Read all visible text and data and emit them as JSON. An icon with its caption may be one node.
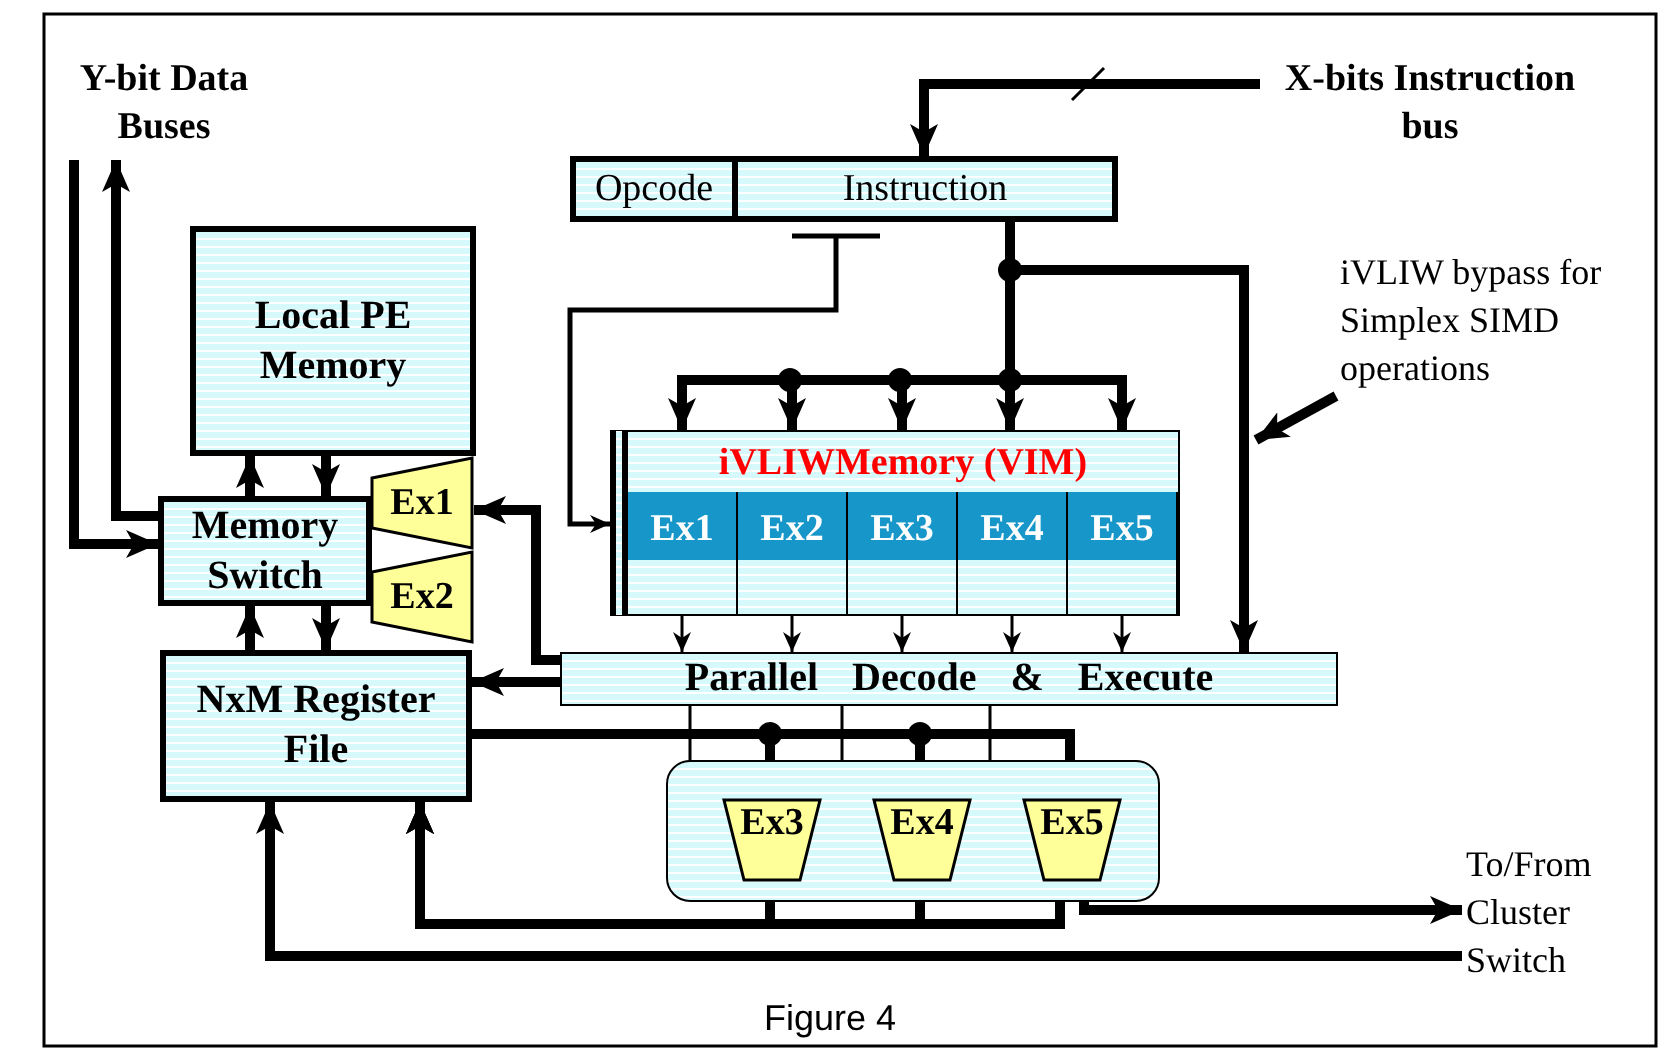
{
  "diagram": {
    "caption": "Figure 4",
    "nodes": [
      {
        "text": [
          "Y-bit Data Buses"
        ]
      },
      {
        "text": [
          "X-bits Instruction bus"
        ]
      },
      {
        "text": [
          "Opcode"
        ]
      },
      {
        "text": [
          "Instruction"
        ]
      },
      {
        "text": [
          "Local PE Memory"
        ]
      },
      {
        "text": [
          "Memory Switch"
        ]
      },
      {
        "text": [
          "Ex1"
        ]
      },
      {
        "text": [
          "Ex2"
        ]
      },
      {
        "text": [
          "NxM Register File"
        ]
      },
      {
        "text": [
          "iVLIWMemory (VIM)"
        ]
      },
      {
        "text": [
          "Ex1"
        ],
        "in": 9
      },
      {
        "text": [
          "Ex2"
        ],
        "in": 9
      },
      {
        "text": [
          "Ex3"
        ],
        "in": 9
      },
      {
        "text": [
          "Ex4"
        ],
        "in": 9
      },
      {
        "text": [
          "Ex5"
        ],
        "in": 9
      },
      {
        "text": [
          "Parallel Decode & Execute"
        ]
      },
      {
        "text": [],
        "shape": "box"
      },
      {
        "text": [
          "Ex3"
        ],
        "in": 16
      },
      {
        "text": [
          "Ex4"
        ],
        "in": 16
      },
      {
        "text": [
          "Ex5"
        ],
        "in": 16
      },
      {
        "text": [
          "iVLIW bypass for Simplex SIMD operations"
        ]
      },
      {
        "text": [
          "To/From Cluster Switch"
        ]
      }
    ],
    "edges": [
      {
        "from": 0,
        "to": 5,
        "arrow": "to"
      },
      {
        "from": 5,
        "to": 0,
        "arrow": "to"
      },
      {
        "from": 1,
        "to": 3,
        "arrow": "to"
      },
      {
        "from": 3,
        "to": 9,
        "arrow": "to"
      },
      {
        "from": 3,
        "to": 9,
        "arrow": "to"
      },
      {
        "from": 3,
        "to": 9,
        "arrow": "to"
      },
      {
        "from": 3,
        "to": 9,
        "arrow": "to"
      },
      {
        "from": 3,
        "to": 9,
        "arrow": "to"
      },
      {
        "from": 3,
        "to": 9,
        "arrow": "to"
      },
      {
        "from": 3,
        "to": 15,
        "arrow": "to"
      },
      {
        "from": 10,
        "to": 15,
        "arrow": "to"
      },
      {
        "from": 11,
        "to": 15,
        "arrow": "to"
      },
      {
        "from": 12,
        "to": 15,
        "arrow": "to"
      },
      {
        "from": 13,
        "to": 15,
        "arrow": "to"
      },
      {
        "from": 14,
        "to": 15,
        "arrow": "to"
      },
      {
        "from": 15,
        "to": 8,
        "arrow": "to"
      },
      {
        "from": 15,
        "to": 6,
        "arrow": "to"
      },
      {
        "from": 15,
        "to": 17,
        "arrow": "to"
      },
      {
        "from": 15,
        "to": 18,
        "arrow": "to"
      },
      {
        "from": 15,
        "to": 19,
        "arrow": "to"
      },
      {
        "from": 8,
        "to": 17,
        "arrow": "to"
      },
      {
        "from": 8,
        "to": 18,
        "arrow": "to"
      },
      {
        "from": 8,
        "to": 19,
        "arrow": "to"
      },
      {
        "from": 17,
        "to": 8,
        "arrow": "to"
      },
      {
        "from": 18,
        "to": 8,
        "arrow": "to"
      },
      {
        "from": 19,
        "to": 8,
        "arrow": "to"
      },
      {
        "from": 19,
        "to": 21,
        "arrow": "to"
      },
      {
        "from": 21,
        "to": 8,
        "arrow": "to"
      },
      {
        "from": 5,
        "to": 4,
        "arrow": "to"
      },
      {
        "from": 4,
        "to": 5,
        "arrow": "to"
      },
      {
        "from": 8,
        "to": 5,
        "arrow": "to"
      },
      {
        "from": 5,
        "to": 8,
        "arrow": "to"
      },
      {
        "from": 20,
        "to": null,
        "arrow": "to"
      }
    ]
  }
}
